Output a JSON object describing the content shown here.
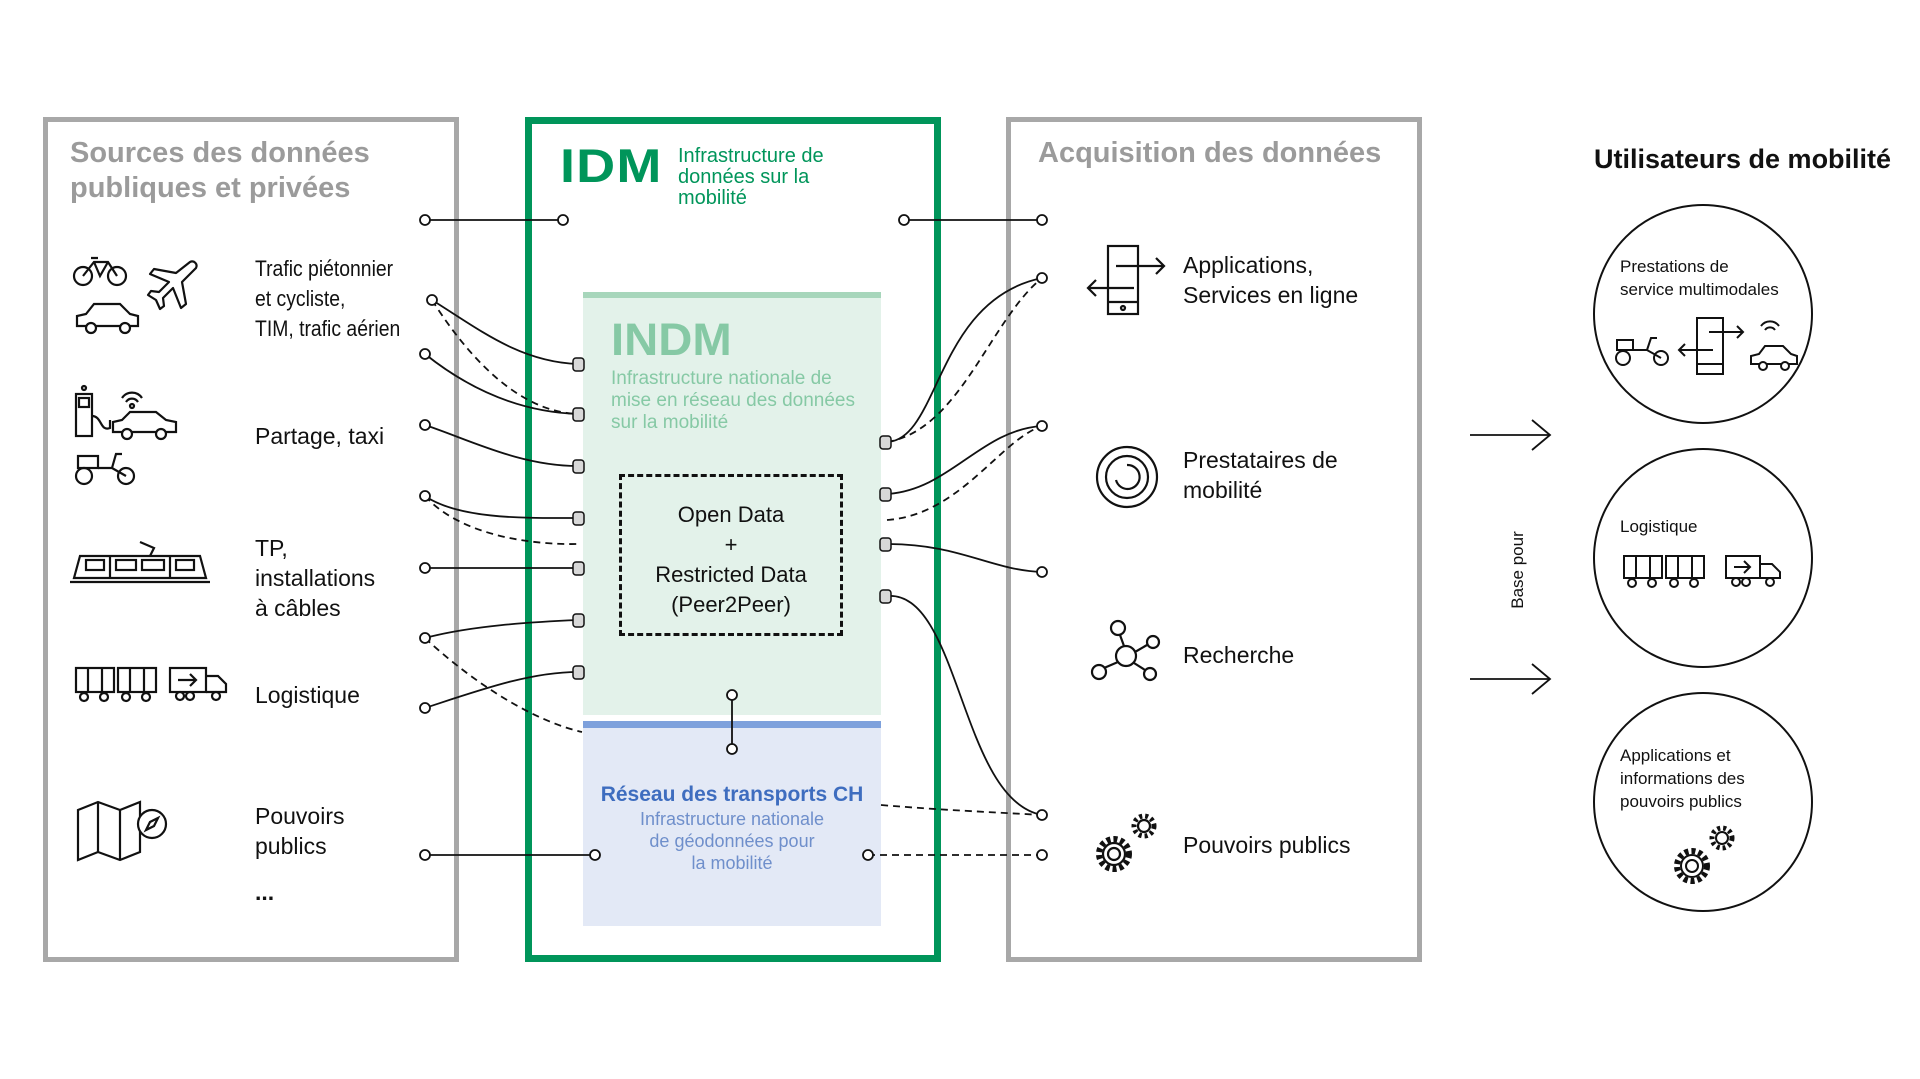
{
  "sources": {
    "title": "Sources des données\npubliques et privées",
    "items": [
      {
        "label": "Trafic piétonnier\net cycliste,\nTIM, trafic aérien"
      },
      {
        "label": "Partage, taxi"
      },
      {
        "label": "TP,\ninstallations\nà câbles"
      },
      {
        "label": "Logistique"
      },
      {
        "label": "Pouvoirs\npublics"
      }
    ],
    "ellipsis": "..."
  },
  "idm": {
    "logo": "IDM",
    "subtitle": "Infrastructure de\ndonnées sur la\nmobilité",
    "indm": {
      "logo": "INDM",
      "subtitle": "Infrastructure nationale de\nmise en réseau des données\nsur la mobilité",
      "box": "Open Data\n+\nRestricted Data\n(Peer2Peer)"
    },
    "network": {
      "title": "Réseau des transports CH",
      "subtitle": "Infrastructure nationale\nde géodonnées pour\nla mobilité"
    }
  },
  "acquisition": {
    "title": "Acquisition des données",
    "items": [
      {
        "label": "Applications,\nServices en ligne"
      },
      {
        "label": "Prestataires de\nmobilité"
      },
      {
        "label": "Recherche"
      },
      {
        "label": "Pouvoirs publics"
      }
    ]
  },
  "base_label": "Base pour",
  "users": {
    "title": "Utilisateurs de mobilité",
    "circles": [
      {
        "label": "Prestations de\nservice multimodales"
      },
      {
        "label": "Logistique"
      },
      {
        "label": "Applications et\ninformations des\npouvoirs publics"
      }
    ]
  },
  "colors": {
    "green": "#00955a",
    "light_green": "#e3f2ea",
    "indm_text": "#86c9a5",
    "light_blue": "#e3e9f6",
    "blue_title": "#3e6dbf",
    "blue_text": "#6f8fcb",
    "grey": "#a0a0a0",
    "grey_title": "#9b9b9b"
  }
}
